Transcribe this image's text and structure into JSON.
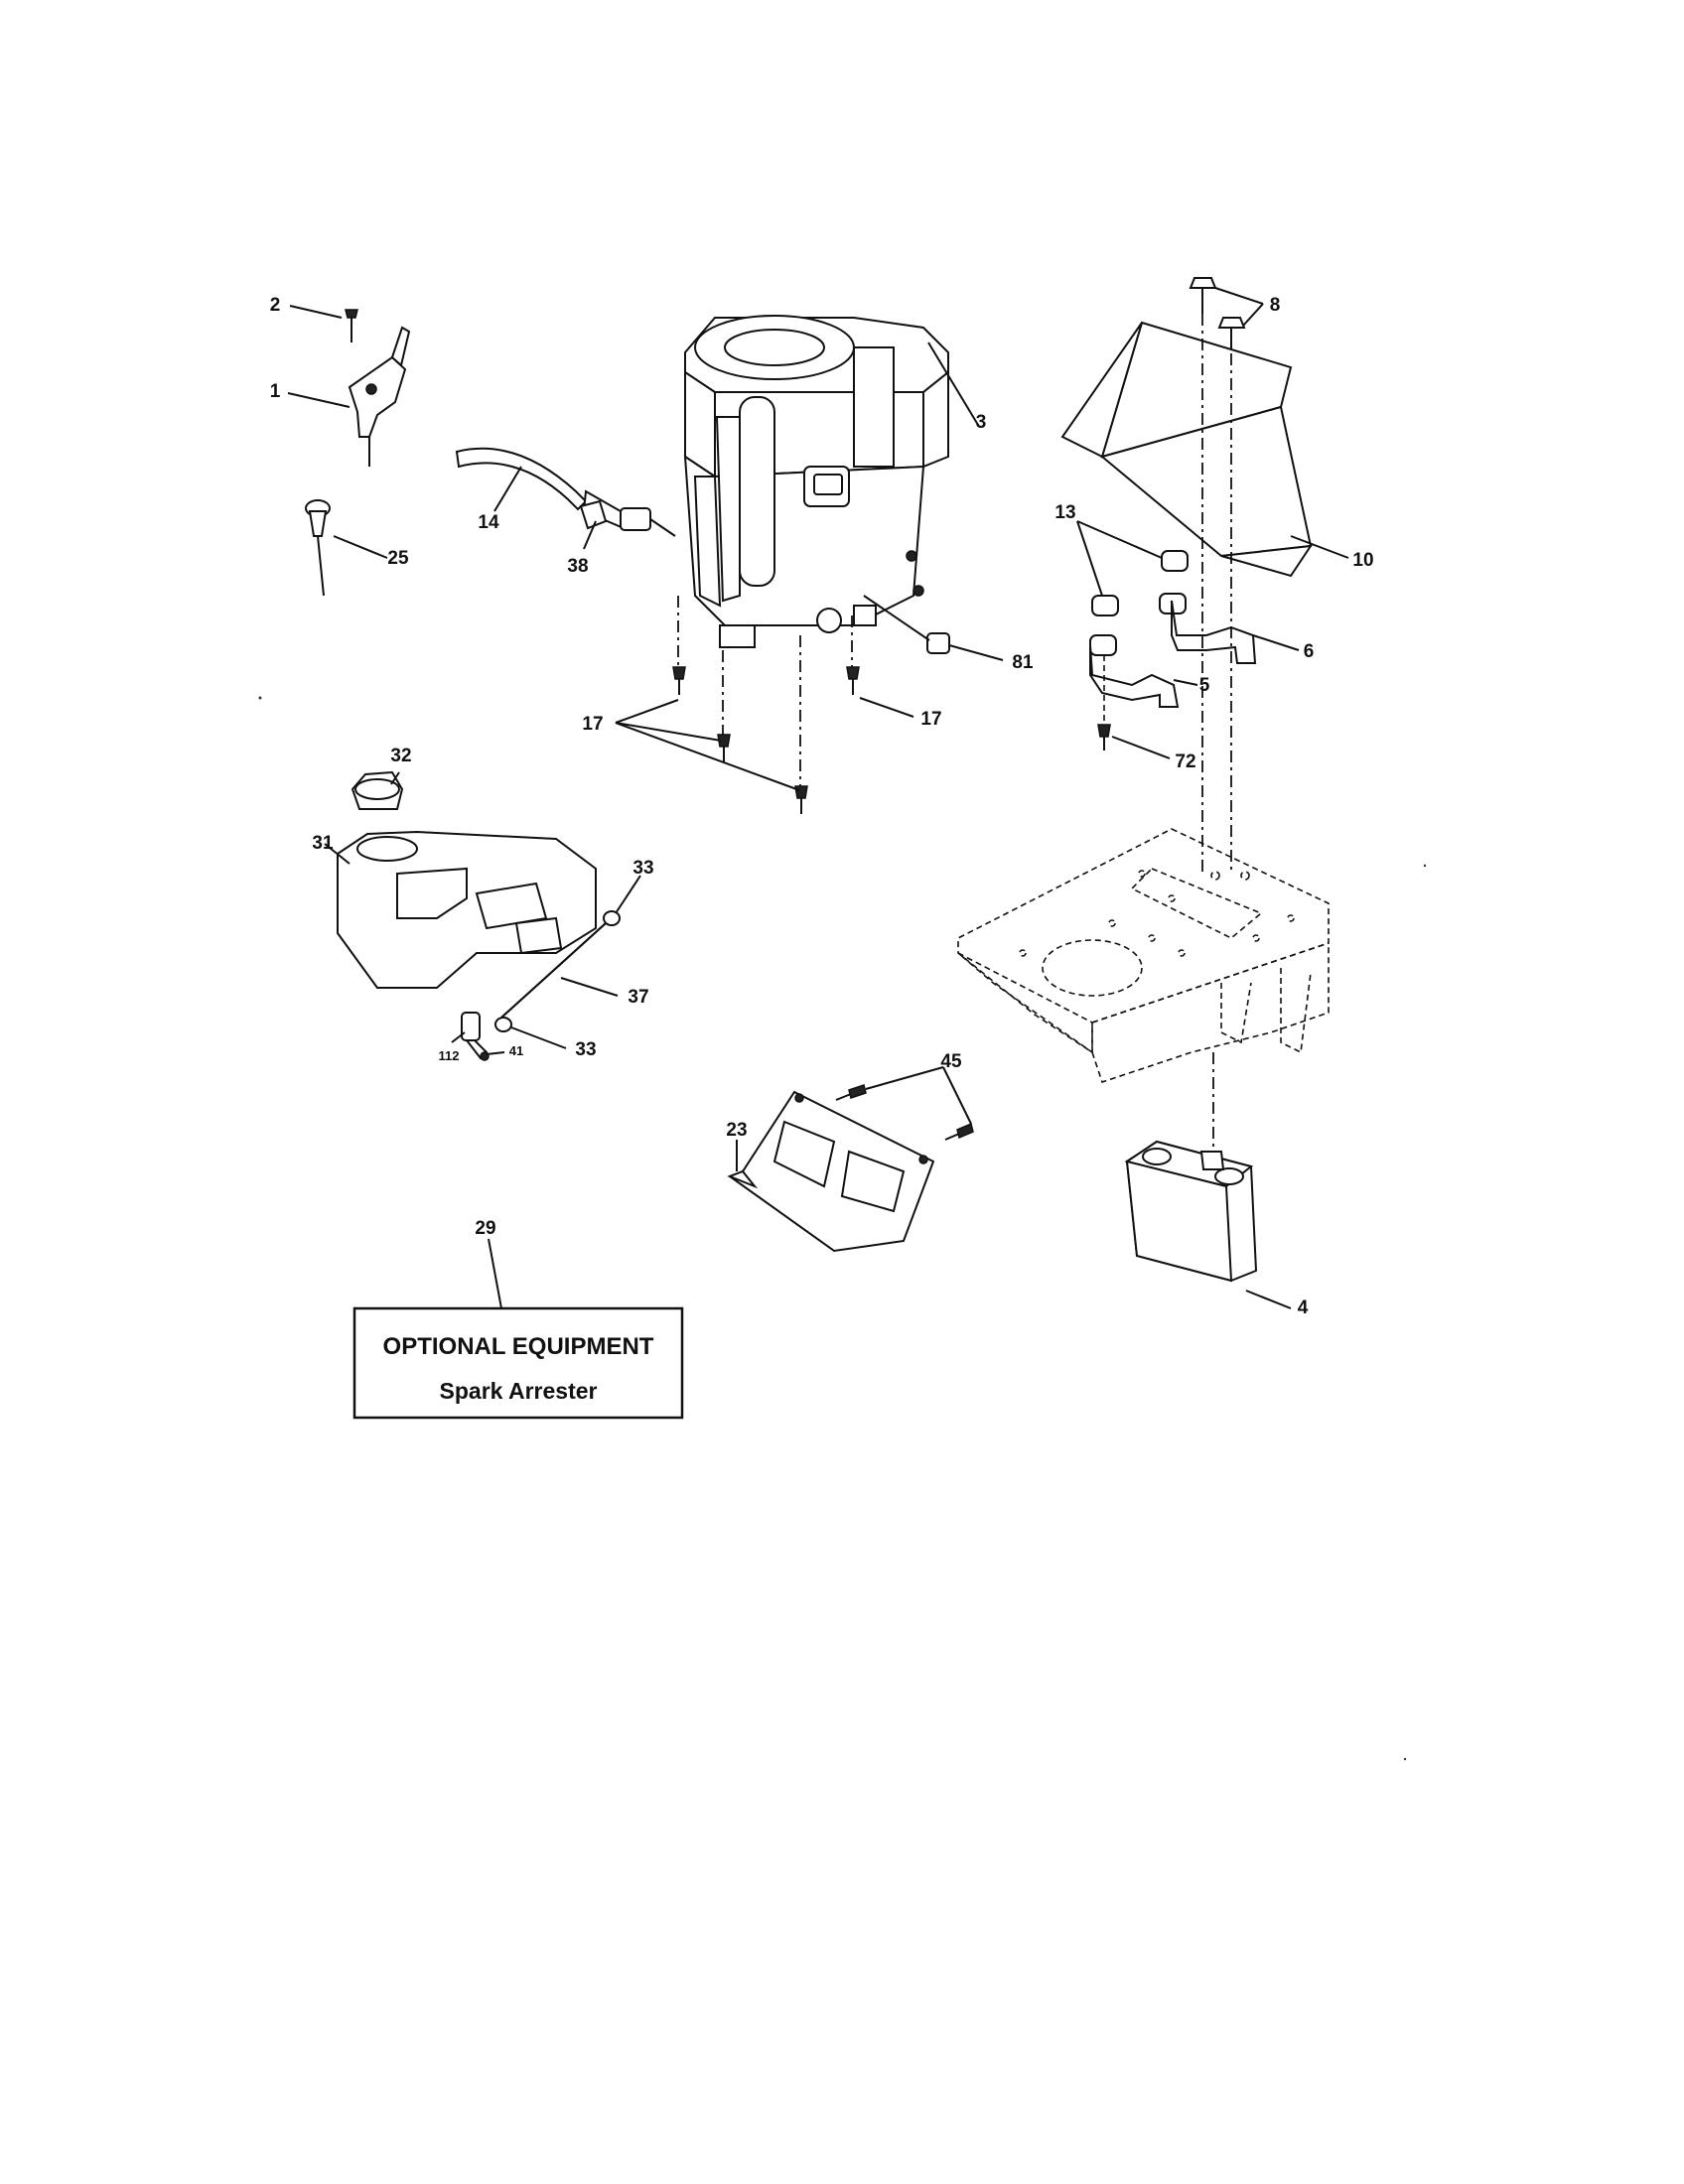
{
  "optional_box": {
    "title": "OPTIONAL EQUIPMENT",
    "subtitle": "Spark Arrester"
  },
  "callouts": {
    "c1": "1",
    "c2": "2",
    "c3": "3",
    "c4": "4",
    "c5": "5",
    "c6": "6",
    "c8": "8",
    "c10": "10",
    "c13": "13",
    "c14": "14",
    "c17a": "17",
    "c17b": "17",
    "c23": "23",
    "c25": "25",
    "c29": "29",
    "c31": "31",
    "c32": "32",
    "c33a": "33",
    "c33b": "33",
    "c37": "37",
    "c38": "38",
    "c41": "41",
    "c45": "45",
    "c72": "72",
    "c81": "81",
    "c112": "112"
  }
}
